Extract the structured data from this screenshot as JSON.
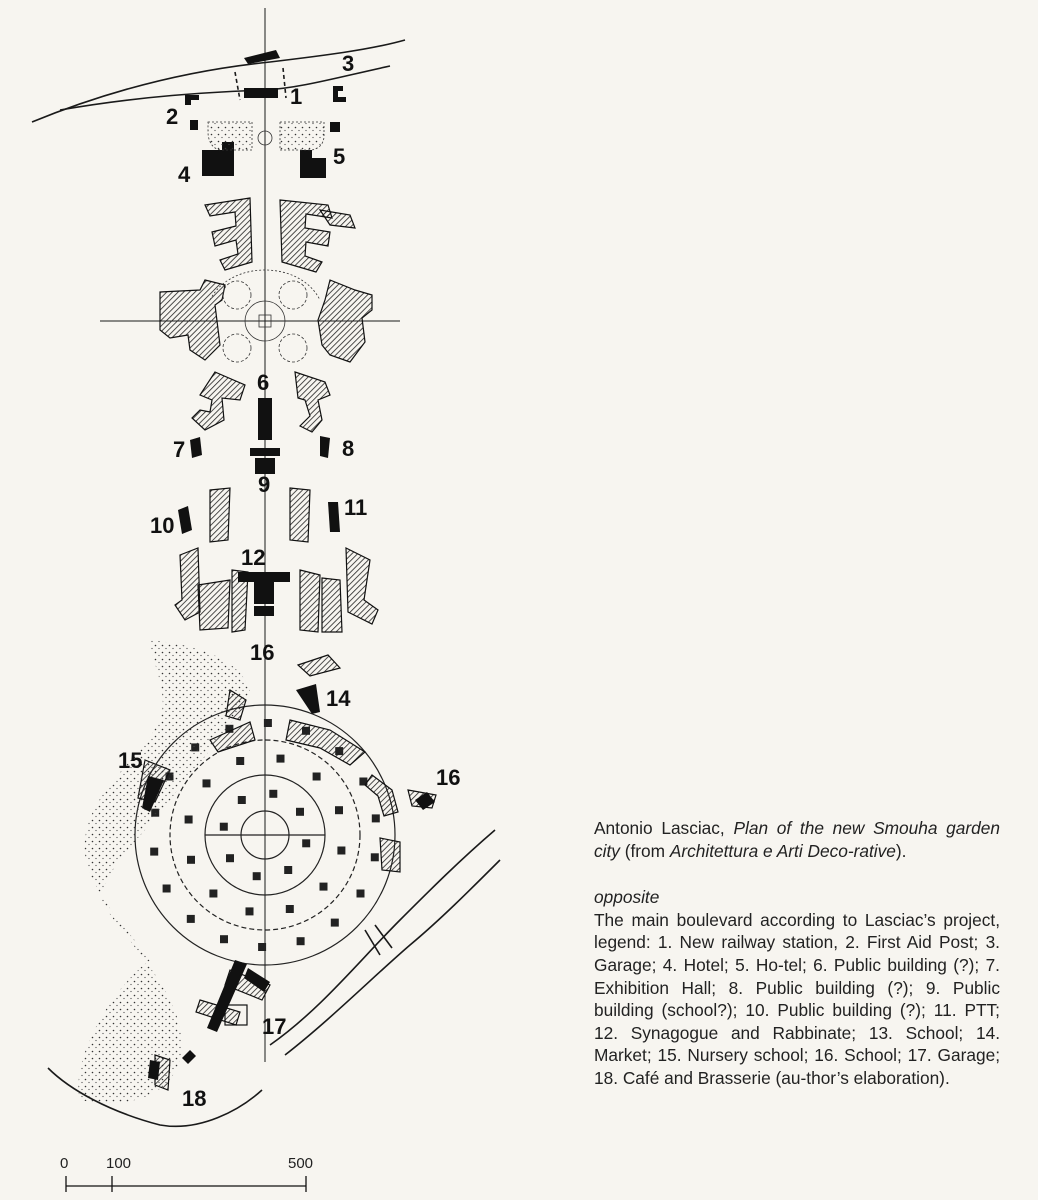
{
  "labels": {
    "l1": "1",
    "l2": "2",
    "l3": "3",
    "l4": "4",
    "l5": "5",
    "l6": "6",
    "l7": "7",
    "l8": "8",
    "l9": "9",
    "l10": "10",
    "l11": "11",
    "l12": "12",
    "l14": "14",
    "l15": "15",
    "l16a": "16",
    "l16b": "16",
    "l17": "17",
    "l18": "18"
  },
  "scale": {
    "tick0": "0",
    "tick1": "100",
    "tick2": "500"
  },
  "caption": {
    "author": "Antonio Lasciac, ",
    "title": "Plan of the new Smouha garden city",
    "from": " (from ",
    "source": "Architettura e Arti Deco-rative",
    "end": ").",
    "opposite": "opposite",
    "legend": "The main boulevard according to Lasciac’s project, legend: 1. New railway station, 2. First Aid Post; 3. Garage; 4. Hotel; 5. Ho-tel; 6. Public building (?); 7. Exhibition Hall; 8. Public building (?); 9. Public building (school?); 10. Public building (?); 11. PTT; 12. Synagogue and Rabbinate; 13. School; 14. Market; 15. Nursery school; 16. School; 17. Garage; 18. Café and Brasserie (au-thor’s elaboration)."
  },
  "colors": {
    "ink": "#1a1a1a",
    "paper": "#f7f5f0"
  }
}
